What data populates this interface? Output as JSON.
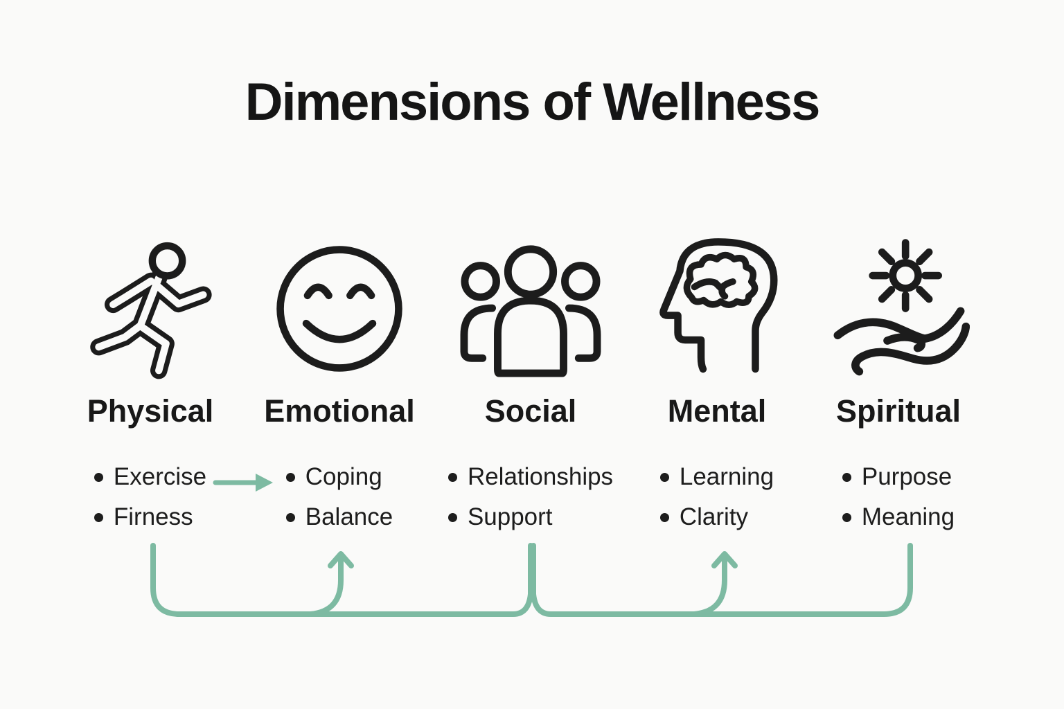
{
  "title": "Dimensions of Wellness",
  "colors": {
    "accent": "#7dbaa2",
    "ink": "#1a1a1a",
    "background": "#fafaf9"
  },
  "columns": [
    {
      "label": "Physical",
      "icon": "runner-icon",
      "items": [
        "Exercise",
        "Firness"
      ]
    },
    {
      "label": "Emotional",
      "icon": "smiley-face-icon",
      "items": [
        "Coping",
        "Balance"
      ]
    },
    {
      "label": "Social",
      "icon": "people-group-icon",
      "items": [
        "Relationships",
        "Support"
      ]
    },
    {
      "label": "Mental",
      "icon": "head-brain-icon",
      "items": [
        "Learning",
        "Clarity"
      ]
    },
    {
      "label": "Spiritual",
      "icon": "hand-sun-icon",
      "items": [
        "Purpose",
        "Meaning"
      ]
    }
  ],
  "connector_arrows": [
    "exercise-to-coping-arrow",
    "bottom-loop-arrow-to-emotional",
    "bottom-loop-arrow-to-mental"
  ]
}
